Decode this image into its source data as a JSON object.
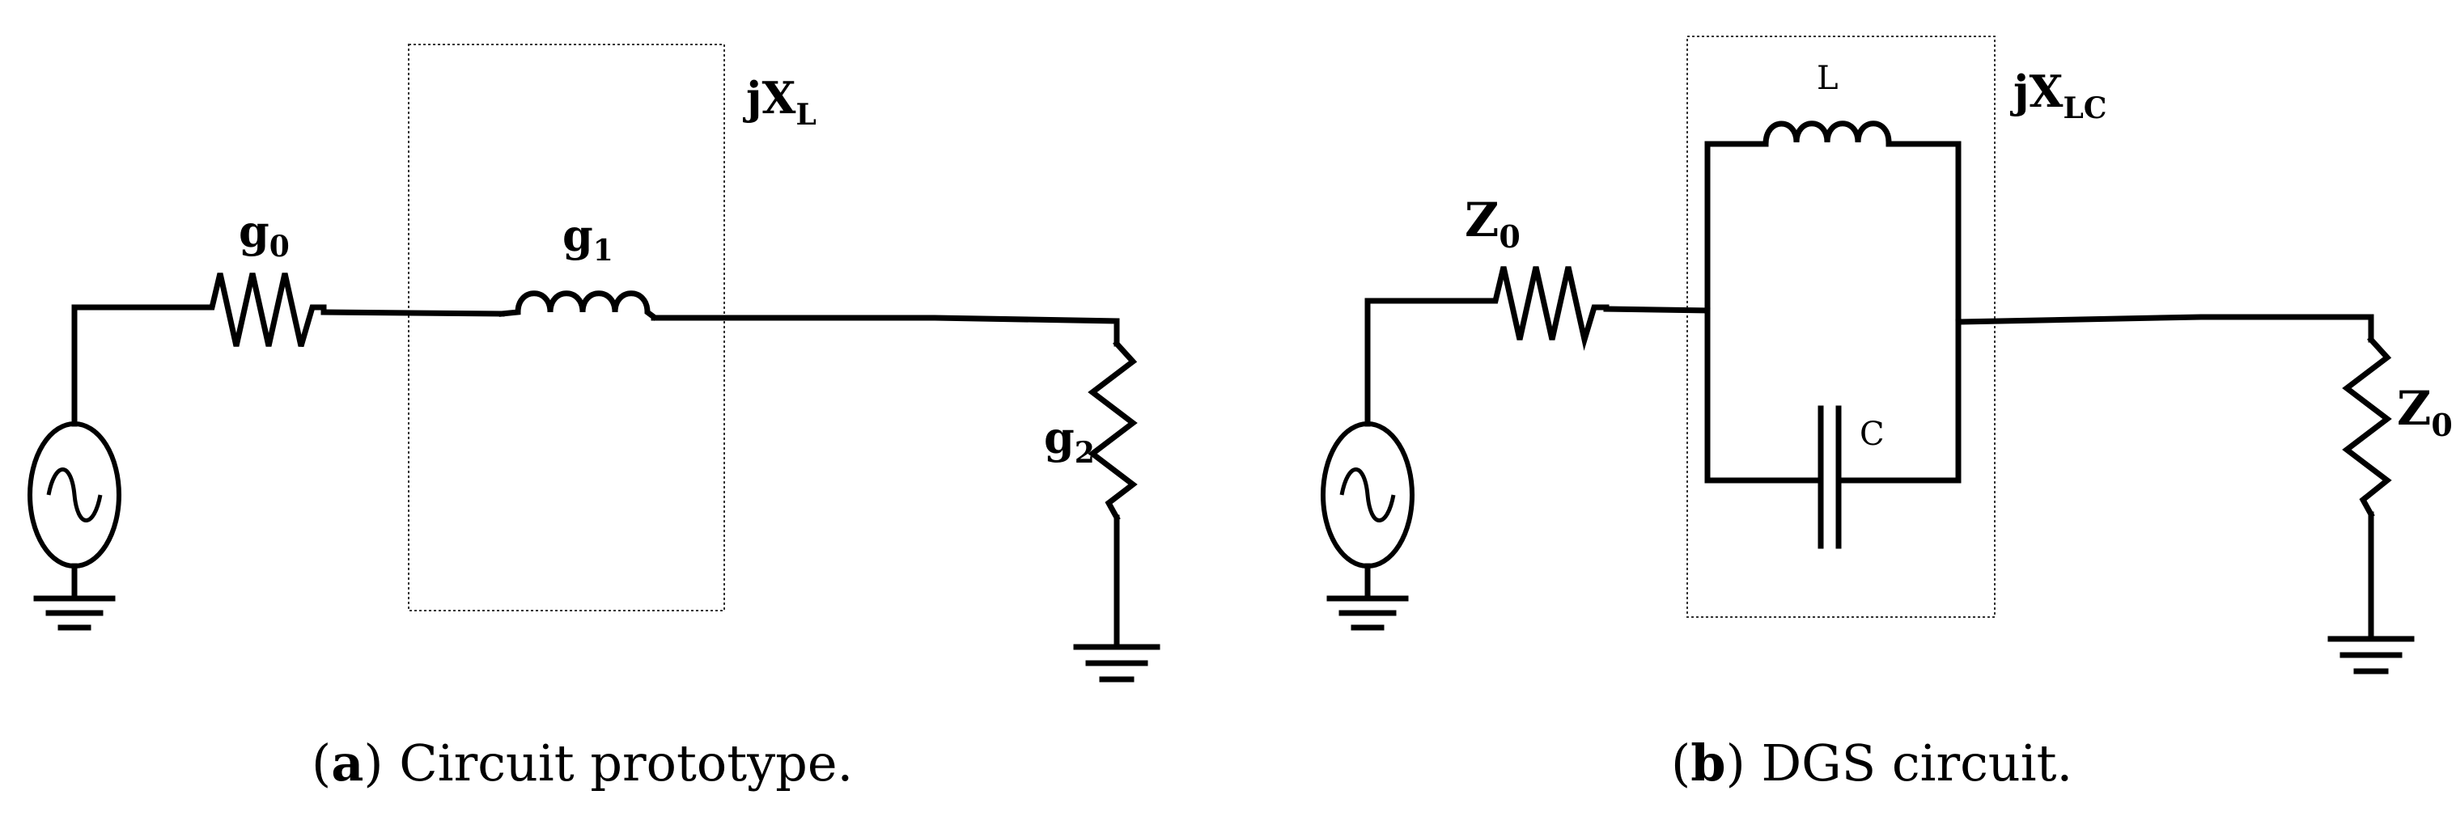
{
  "panel_a": {
    "caption_letter": "a",
    "caption_text": " Circuit prototype.",
    "g0": {
      "base": "g",
      "sub": "0"
    },
    "g1": {
      "base": "g",
      "sub": "1"
    },
    "g2": {
      "base": "g",
      "sub": "2"
    },
    "box_label": {
      "base": "jX",
      "sub": "L"
    }
  },
  "panel_b": {
    "caption_letter": "b",
    "caption_text": " DGS circuit.",
    "z0_source": {
      "base": "Z",
      "sub": "0"
    },
    "z0_load": {
      "base": "Z",
      "sub": "0"
    },
    "inductor": "L",
    "capacitor": "C",
    "box_label": {
      "base": "jX",
      "sub": "LC"
    }
  }
}
